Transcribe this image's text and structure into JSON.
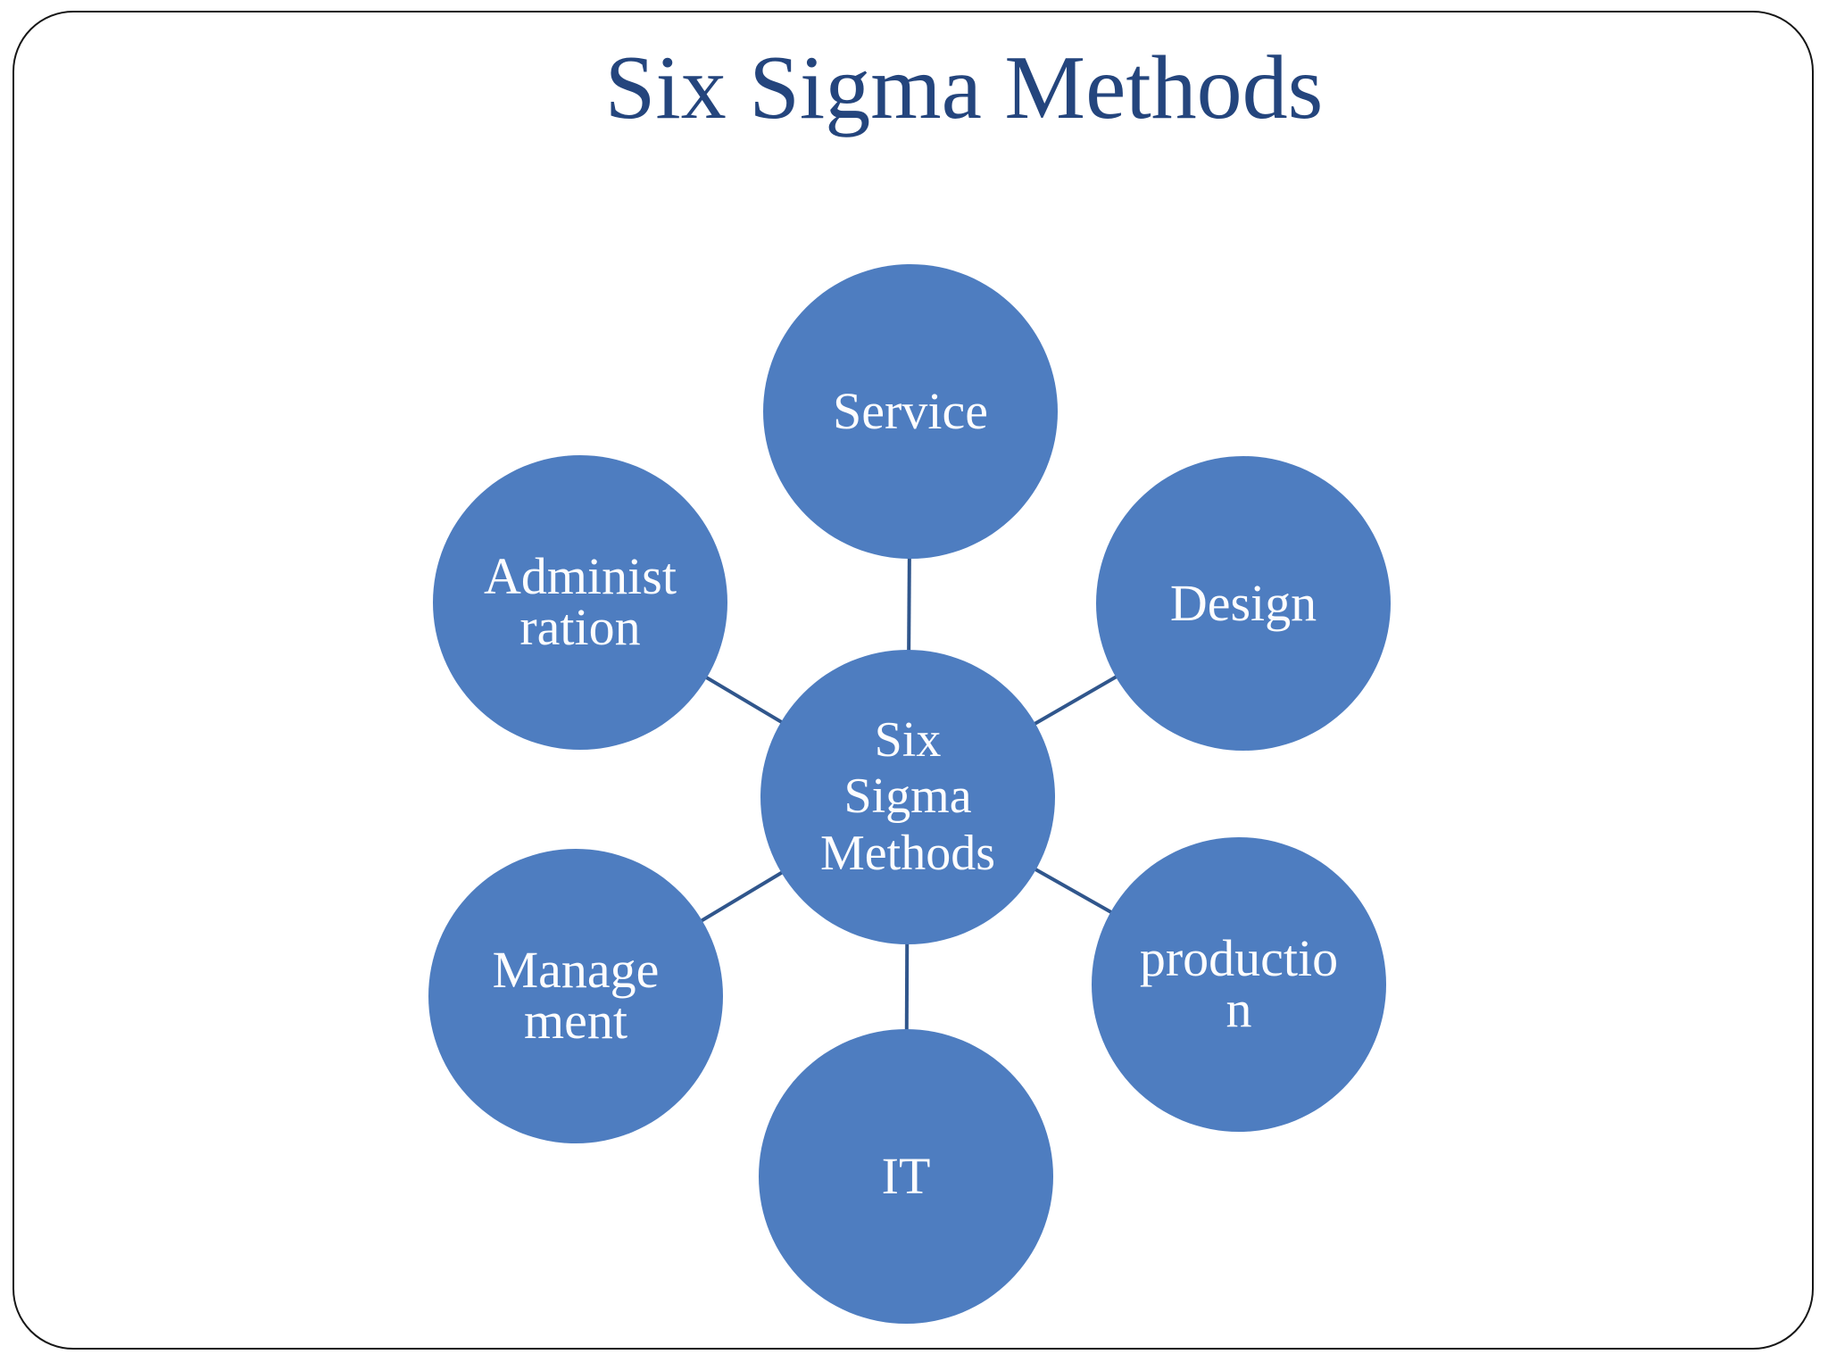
{
  "slide": {
    "title": "Six Sigma Methods"
  },
  "diagram": {
    "type": "hub-and-spoke-cycle",
    "hub": {
      "id": "six-sigma-methods",
      "label": "Six\nSigma\nMethods"
    },
    "nodes": [
      {
        "id": "service",
        "position": "top",
        "label": "Service"
      },
      {
        "id": "design",
        "position": "upper-right",
        "label": "Design"
      },
      {
        "id": "production",
        "position": "lower-right",
        "label": "productio\nn"
      },
      {
        "id": "it",
        "position": "bottom",
        "label": "IT"
      },
      {
        "id": "management",
        "position": "lower-left",
        "label": "Manage\nment"
      },
      {
        "id": "administration",
        "position": "upper-left",
        "label": "Administ\nration"
      }
    ]
  },
  "colors": {
    "background": "#FFFFFF",
    "frame_border": "#161616",
    "title_text": "#24457D",
    "node_fill": "#4E7DC0",
    "node_text": "#FDFDFE",
    "connector": "#30568C"
  }
}
